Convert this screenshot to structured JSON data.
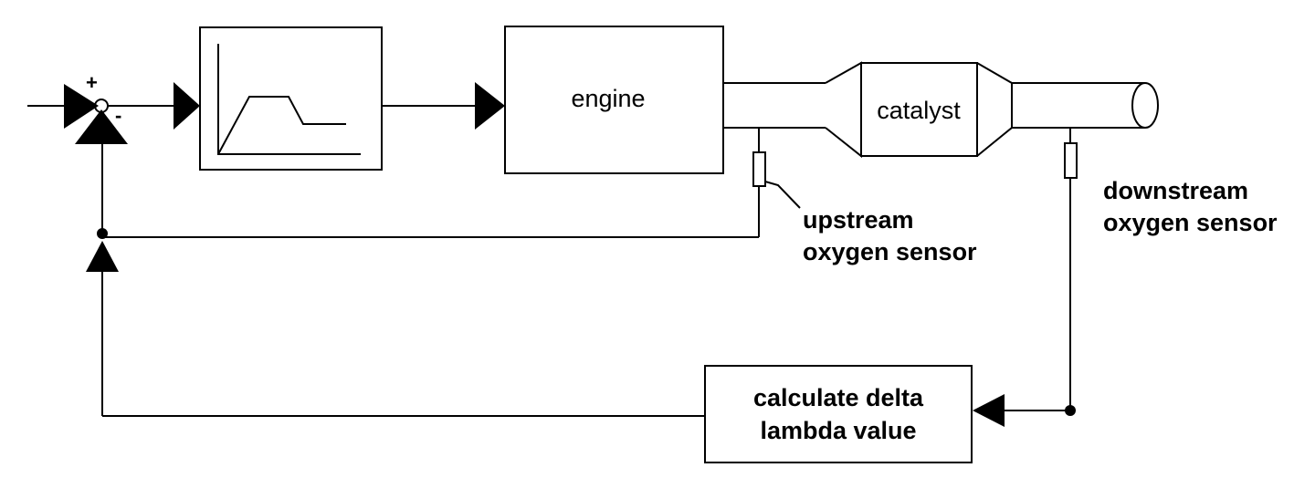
{
  "signs": {
    "plus": "+",
    "minus": "-"
  },
  "blocks": {
    "engine": "engine",
    "catalyst": "catalyst",
    "calc_line1": "calculate delta",
    "calc_line2": "lambda value"
  },
  "sensors": {
    "upstream_line1": "upstream",
    "upstream_line2": "oxygen sensor",
    "downstream_line1": "downstream",
    "downstream_line2": "oxygen sensor"
  },
  "colors": {
    "ink": "#000000",
    "background": "#ffffff"
  }
}
